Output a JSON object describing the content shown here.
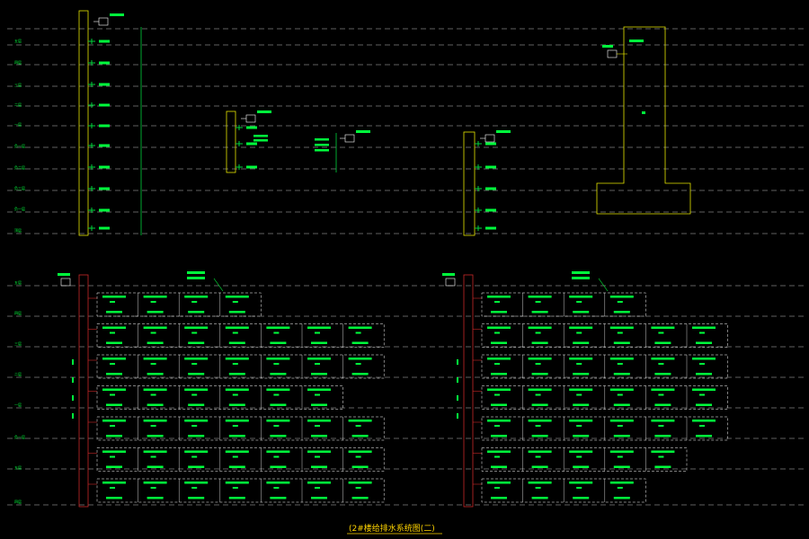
{
  "colors": {
    "background": "#000000",
    "dash_line": "#bfbfbf",
    "riser_yellow": "#e6e600",
    "pipe_green": "#00d23c",
    "text_green": "#00ff3c",
    "riser_red": "#c82828",
    "cell_white": "#ffffff",
    "title_yellow": "#ffd400"
  },
  "caption": {
    "title": "(2#楼给排水系统图(二)"
  },
  "top_section": {
    "floor_labels": [
      "五层",
      "四层",
      "三层",
      "二层",
      "一层",
      "负一层",
      "负二层",
      "负三层",
      "顶层"
    ],
    "risers": [
      {
        "id": "jl-1"
      },
      {
        "id": "jl-2"
      },
      {
        "id": "jl-3"
      }
    ]
  },
  "bottom_section": {
    "floor_labels": [
      "五层",
      "四层",
      "三层",
      "二层",
      "一层",
      "负一层"
    ],
    "left_block_rows": [
      4,
      7,
      7,
      6,
      7,
      7,
      7
    ],
    "right_block_rows": [
      4,
      6,
      6,
      6,
      6,
      5,
      4
    ]
  }
}
